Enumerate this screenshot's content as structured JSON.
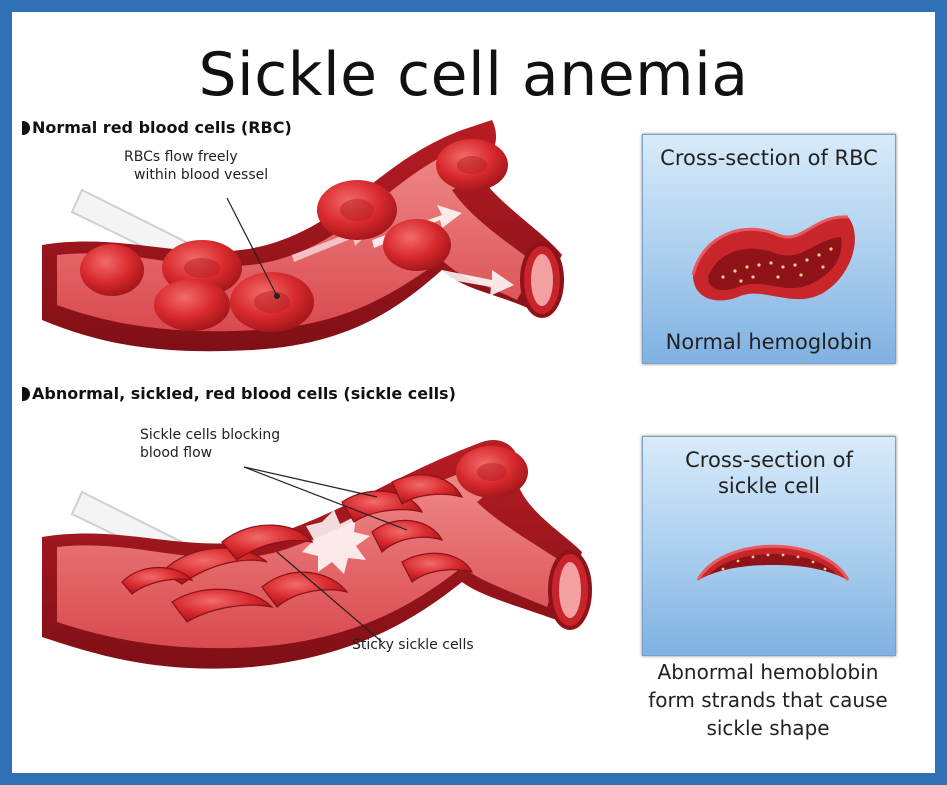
{
  "title": "Sickle cell anemia",
  "normal": {
    "section_label": "Normal red blood cells (RBC)",
    "callout_line1": "RBCs flow freely",
    "callout_line2": "within blood vessel",
    "box_title": "Cross-section of RBC",
    "box_caption": "Normal hemoglobin"
  },
  "sickle": {
    "section_label": "Abnormal, sickled, red blood cells (sickle cells)",
    "callout_blocking_line1": "Sickle cells blocking",
    "callout_blocking_line2": "blood flow",
    "callout_sticky": "Sticky sickle cells",
    "box_title_line1": "Cross-section of",
    "box_title_line2": "sickle cell",
    "caption_line1": "Abnormal hemoblobin",
    "caption_line2": "form strands that cause",
    "caption_line3": "sickle shape"
  },
  "colors": {
    "border": "#2f6fb5",
    "vessel_outer": "#c8242b",
    "vessel_inner": "#e86a6a",
    "cell": "#d92a2e"
  }
}
